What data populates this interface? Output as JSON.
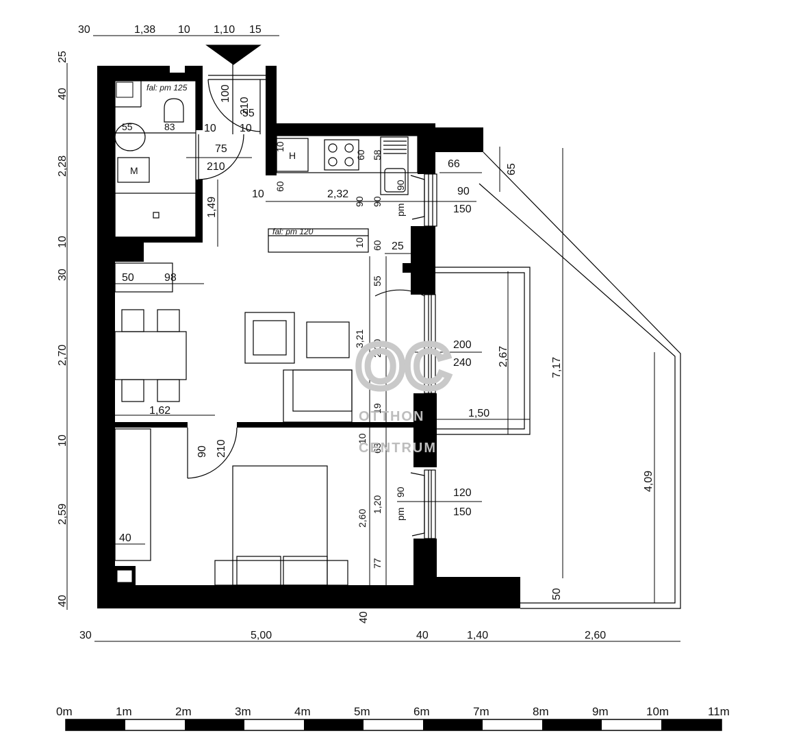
{
  "top_dims": [
    "30",
    "1,38",
    "10",
    "1,10",
    "15"
  ],
  "left_dims": [
    "25",
    "40",
    "2,28",
    "10",
    "30",
    "2,70",
    "10",
    "2,59",
    "40"
  ],
  "bottom_dims": [
    "30",
    "5,00",
    "40",
    "1,40",
    "2,60"
  ],
  "room_dims": {
    "bath_note": "fal: pm 125",
    "bath_door_w": "55",
    "bath_wc": "83",
    "bath_10a": "10",
    "bath_10b": "10",
    "entry_door_w": "100",
    "entry_door_h": "210",
    "entry_55": "55",
    "inner_door_w": "75",
    "inner_door_h": "210",
    "hob_10": "10",
    "hob_60a": "60",
    "hob_60b": "60",
    "sink_58": "58",
    "kitchen_10": "10",
    "kitchen_232": "2,32",
    "kitchen_90a": "90",
    "kitchen_90b": "90",
    "pm_a": "pm",
    "win1_90": "90",
    "win1_150": "150",
    "win1_66": "66",
    "win1_65": "65",
    "bath_149": "1,49",
    "partition_note": "fal: pm 120",
    "part_10": "10",
    "part_60": "60",
    "part_25": "25",
    "living_50": "50",
    "living_98": "98",
    "living_55": "55",
    "living_321": "3,21",
    "living_200": "2,00",
    "balcony_door_w": "200",
    "balcony_door_h": "240",
    "bay_267": "2,67",
    "bay_150": "1,50",
    "terrace_717": "7,17",
    "terrace_409": "4,09",
    "terrace_50": "50",
    "living_19": "19",
    "living_162": "1,62",
    "bed_door_w": "90",
    "bed_door_h": "210",
    "bed_10": "10",
    "bed_63": "63",
    "bed_120": "1,20",
    "bed_260": "2,60",
    "bed_77": "77",
    "bed_pm": "pm",
    "bed_90": "90",
    "bed_win_w": "120",
    "bed_win_h": "150",
    "bed_40": "40",
    "bottom_40": "40",
    "fridge_h": "H",
    "washer_m": "M"
  },
  "scale_bar": [
    "0m",
    "1m",
    "2m",
    "3m",
    "4m",
    "5m",
    "6m",
    "7m",
    "8m",
    "9m",
    "10m",
    "11m"
  ],
  "watermark": {
    "logo": "OC",
    "line1": "OTTHON",
    "line2": "CENTRUM"
  }
}
